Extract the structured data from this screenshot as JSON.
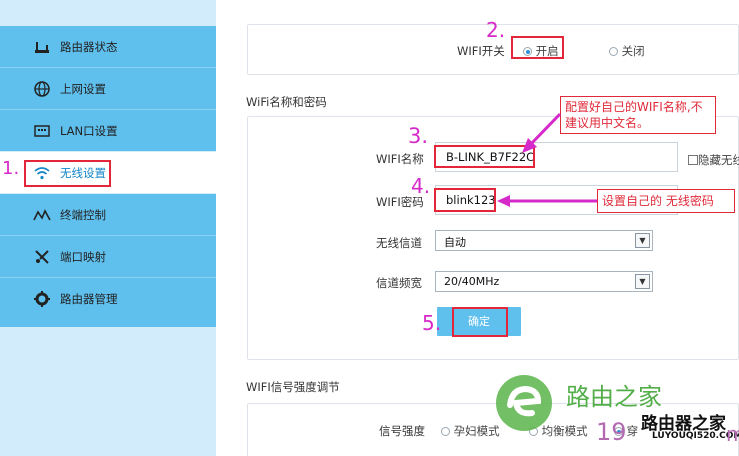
{
  "sidebar": {
    "items": [
      {
        "label": "路由器状态",
        "icon": "router-status-icon"
      },
      {
        "label": "上网设置",
        "icon": "globe-icon"
      },
      {
        "label": "LAN口设置",
        "icon": "lan-port-icon"
      },
      {
        "label": "无线设置",
        "icon": "wifi-icon",
        "active": true
      },
      {
        "label": "终端控制",
        "icon": "terminal-control-icon"
      },
      {
        "label": "端口映射",
        "icon": "tools-icon"
      },
      {
        "label": "路由器管理",
        "icon": "gear-icon"
      }
    ]
  },
  "wifi_switch": {
    "label": "WIFI开关",
    "on_label": "开启",
    "off_label": "关闭",
    "selected": "开启"
  },
  "wifi_name_section": {
    "title": "WiFi名称和密码",
    "name_label": "WIFI名称",
    "name_value": "B-LINK_B7F22C",
    "hide_label": "隐藏无线",
    "password_label": "WIFI密码",
    "password_value": "blink123",
    "channel_label": "无线信道",
    "channel_value": "自动",
    "bandwidth_label": "信道频宽",
    "bandwidth_value": "20/40MHz",
    "confirm_label": "确定"
  },
  "signal_section": {
    "title": "WIFI信号强度调节",
    "label": "信号强度",
    "options": [
      "孕妇模式",
      "均衡模式",
      "穿"
    ]
  },
  "annotations": {
    "steps": [
      "1.",
      "2.",
      "3.",
      "4.",
      "5."
    ],
    "callout_name": "配置好自己的WIFI名称,不建议用中文名。",
    "callout_password": "设置自己的 无线密码",
    "highlight_color": "#e3263a",
    "step_color": "#d629c9"
  },
  "watermark": {
    "cn": "路由之家",
    "brand": "路由器之家",
    "url": "LUYOUQI520.COM",
    "partial": "19",
    "partial_tail": "m"
  },
  "colors": {
    "sidebar_bg": "#5fc0ee",
    "active_text": "#1586c7",
    "button": "#5fc0ee"
  }
}
